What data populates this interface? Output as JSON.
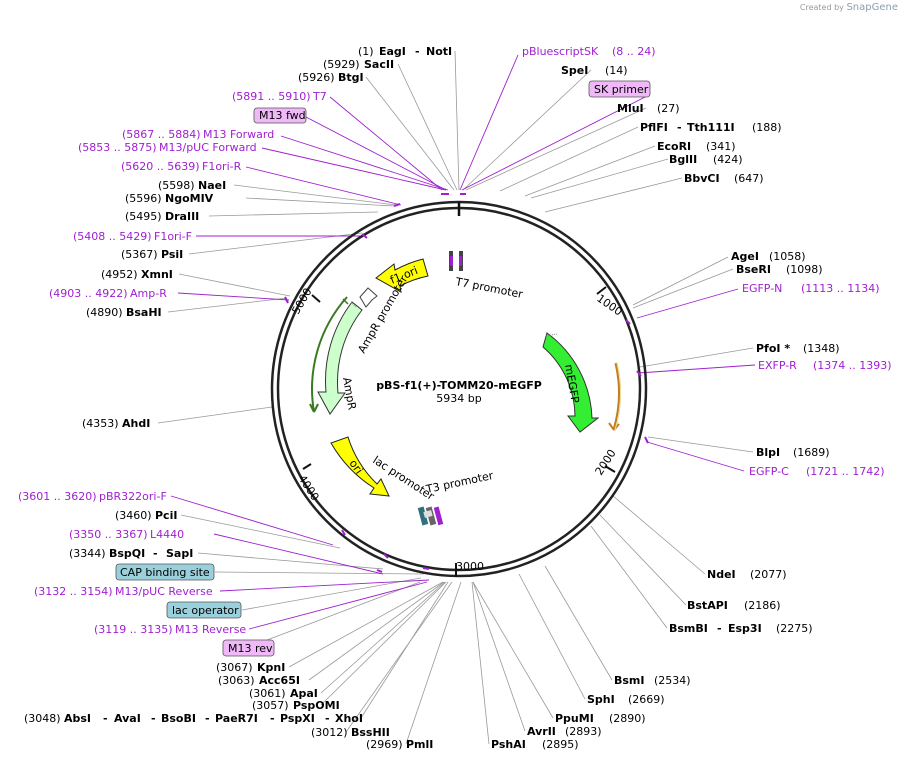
{
  "brand": {
    "created_by": "Created by",
    "app": "SnapGene"
  },
  "plasmid": {
    "name": "pBS-f1(+)-TOMM20-mEGFP",
    "length": "5934 bp"
  },
  "ticks": {
    "t1000": "1000",
    "t2000": "2000",
    "t3000": "3000",
    "t4000": "4000",
    "t5000": "5000"
  },
  "features": {
    "f1_ori": "f1 ori",
    "t7_promoter": "T7 promoter",
    "ampr_promoter": "AmpR promoter",
    "ampr": "AmpR",
    "ori": "ori",
    "lac_promoter": "lac promoter",
    "t3_promoter": "T3 promoter",
    "megfp": "mEGFP"
  },
  "labels": {
    "eagi_pos": "(1)",
    "eagi": "EagI",
    "noti_dash": "-",
    "noti": "NotI",
    "sacii_pos": "(5929)",
    "sacii": "SacII",
    "btgi_pos": "(5926)",
    "btgi": "BtgI",
    "t7_primer_pos": "(5891 .. 5910)",
    "t7_primer": "T7",
    "m13fwd_box": "M13 fwd",
    "m13fwd_pos": "(5867 .. 5884)",
    "m13fwd": "M13 Forward",
    "m13puc_pos": "(5853 .. 5875)",
    "m13puc": "M13/pUC Forward",
    "f1orir_pos": "(5620 .. 5639)",
    "f1orir": "F1ori-R",
    "naei_pos": "(5598)",
    "naei": "NaeI",
    "ngomiv_pos": "(5596)",
    "ngomiv": "NgoMIV",
    "draiii_pos": "(5495)",
    "draiii": "DraIII",
    "f1orif_pos": "(5408 .. 5429)",
    "f1orif": "F1ori-F",
    "psii_pos": "(5367)",
    "psii": "PsiI",
    "xmni_pos": "(4952)",
    "xmni": "XmnI",
    "ampr_primer_pos": "(4903 .. 4922)",
    "ampr_primer": "Amp-R",
    "bsahi_pos": "(4890)",
    "bsahi": "BsaHI",
    "ahdi_pos": "(4353)",
    "ahdi": "AhdI",
    "pbr_pos": "(3601 .. 3620)",
    "pbr": "pBR322ori-F",
    "pcii_pos": "(3460)",
    "pcii": "PciI",
    "l4440_pos": "(3350 .. 3367)",
    "l4440": "L4440",
    "bspqi_pos": "(3344)",
    "bspqi": "BspQI",
    "sapi_dash": "-",
    "sapi": "SapI",
    "cap_box": "CAP binding site",
    "m13pucrev_pos": "(3132 .. 3154)",
    "m13pucrev": "M13/pUC Reverse",
    "lacop_box": "lac operator",
    "m13rev_pos": "(3119 .. 3135)",
    "m13rev": "M13 Reverse",
    "m13rev_box": "M13 rev",
    "kpni_pos": "(3067)",
    "kpni": "KpnI",
    "acc65i_pos": "(3063)",
    "acc65i": "Acc65I",
    "apai_pos": "(3061)",
    "apai": "ApaI",
    "pspomi_pos": "(3057)",
    "pspomi": "PspOMI",
    "absi_pos": "(3048)",
    "absi": "AbsI",
    "avai": "AvaI",
    "bsobi": "BsoBI",
    "paer7i": "PaeR7I",
    "pspxi": "PspXI",
    "xhoi": "XhoI",
    "dash": "-",
    "bsshii_pos": "(3012)",
    "bsshii": "BssHII",
    "pmli_pos": "(2969)",
    "pmli": "PmlI",
    "pbluescriptsk": "pBluescriptSK",
    "pbluescriptsk_pos": "(8 .. 24)",
    "spei": "SpeI",
    "spei_pos": "(14)",
    "skprimer_box": "SK primer",
    "mlui": "MluI",
    "mlui_pos": "(27)",
    "pflfi": "PflFI",
    "tth111i": "Tth111I",
    "pflfi_pos": "(188)",
    "ecori": "EcoRI",
    "ecori_pos": "(341)",
    "bglii": "BglII",
    "bglii_pos": "(424)",
    "bbvci": "BbvCI",
    "bbvci_pos": "(647)",
    "agei": "AgeI",
    "agei_pos": "(1058)",
    "bseri": "BseRI",
    "bseri_pos": "(1098)",
    "egfpn": "EGFP-N",
    "egfpn_pos": "(1113 .. 1134)",
    "pfoi": "PfoI *",
    "pfoi_pos": "(1348)",
    "exfpr": "EXFP-R",
    "exfpr_pos": "(1374 .. 1393)",
    "blpi": "BlpI",
    "blpi_pos": "(1689)",
    "egfpc": "EGFP-C",
    "egfpc_pos": "(1721 .. 1742)",
    "ndei": "NdeI",
    "ndei_pos": "(2077)",
    "bstapi": "BstAPI",
    "bstapi_pos": "(2186)",
    "bsmbi": "BsmBI",
    "esp3i": "Esp3I",
    "bsmbi_pos": "(2275)",
    "bsmi": "BsmI",
    "bsmi_pos": "(2534)",
    "sphi": "SphI",
    "sphi_pos": "(2669)",
    "ppumi": "PpuMI",
    "ppumi_pos": "(2890)",
    "avrii": "AvrII",
    "avrii_pos": "(2893)",
    "pshai": "PshAI",
    "pshai_pos": "(2895)"
  },
  "colors": {
    "f1ori": "#ffff00",
    "ampr": "#ccffcc",
    "ori": "#ffff00",
    "megfp": "#33ee33",
    "primer": "#a020d0",
    "box_purple": "#f0b8f8",
    "box_blue": "#9ad0dc"
  }
}
